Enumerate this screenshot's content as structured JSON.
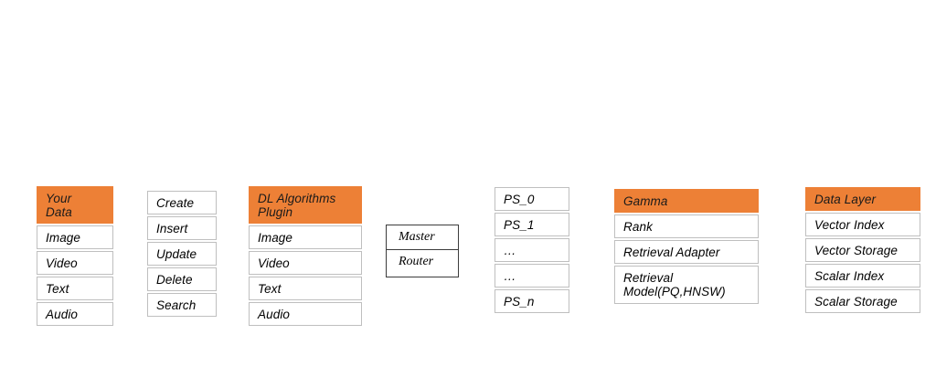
{
  "theme": {
    "accent_orange": "#ED8036",
    "cell_border": "#bfbfbf",
    "box_border": "#3c3c3c",
    "background": "#ffffff",
    "text": "#000000"
  },
  "diagram": {
    "columns": [
      {
        "id": "your-data",
        "header": "Your\nData",
        "header_style": "orange",
        "items": [
          "Image",
          "Video",
          "Text",
          "Audio"
        ]
      },
      {
        "id": "operations",
        "header": null,
        "header_style": "none",
        "items": [
          "Create",
          "Insert",
          "Update",
          "Delete",
          "Search"
        ]
      },
      {
        "id": "dl-plugin",
        "header": "DL Algorithms\nPlugin",
        "header_style": "orange",
        "items": [
          "Image",
          "Video",
          "Text",
          "Audio"
        ]
      },
      {
        "id": "ps",
        "header": null,
        "header_style": "none",
        "items": [
          "PS_0",
          "PS_1",
          "…",
          "…",
          "PS_n"
        ]
      },
      {
        "id": "gamma",
        "header": "Gamma",
        "header_style": "orange",
        "items": [
          "Rank",
          "Retrieval Adapter",
          "Retrieval\nModel(PQ,HNSW)"
        ]
      },
      {
        "id": "data-layer",
        "header": "Data Layer",
        "header_style": "orange",
        "items": [
          "Vector Index",
          "Vector Storage",
          "Scalar Index",
          "Scalar Storage"
        ]
      }
    ],
    "master_router": {
      "id": "master-router",
      "rows": [
        "Master",
        "Router"
      ]
    }
  }
}
